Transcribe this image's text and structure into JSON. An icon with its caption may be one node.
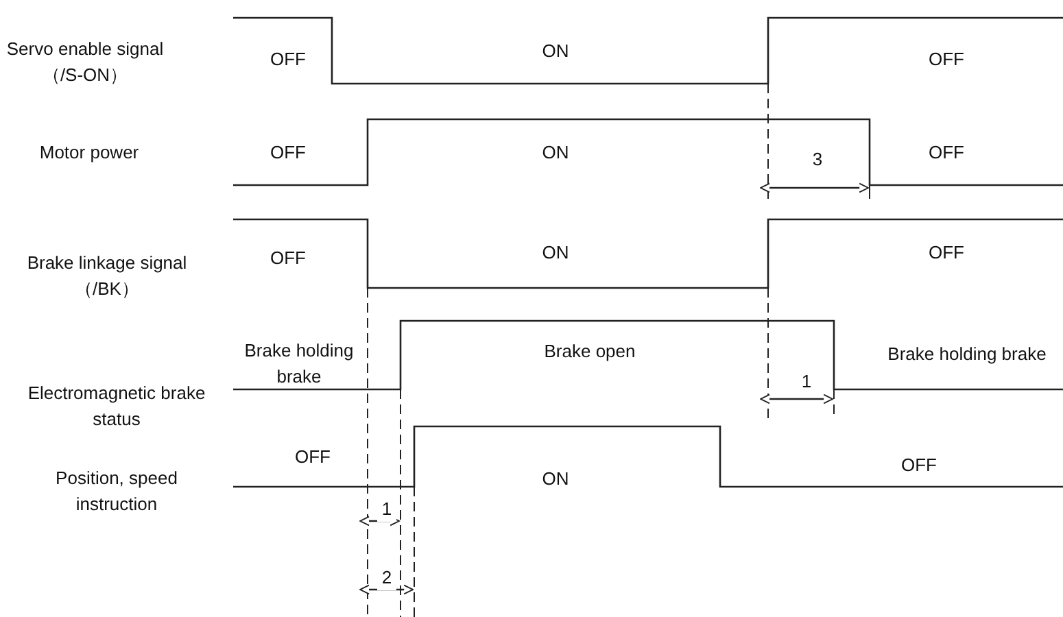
{
  "diagram": {
    "labels": [
      "Servo enable signal（/S-ON）",
      "OFF",
      "ON",
      "OFF",
      "Motor power",
      "OFF",
      "ON",
      "3",
      "OFF",
      "Brake linkage signal（/BK）",
      "OFF",
      "ON",
      "OFF",
      "Brake holding brake",
      "Brake open",
      "1",
      "Brake holding brake",
      "Electromagnetic brake status",
      "OFF",
      "Position, speed instruction",
      "ON",
      "OFF",
      "1",
      "2"
    ]
  }
}
